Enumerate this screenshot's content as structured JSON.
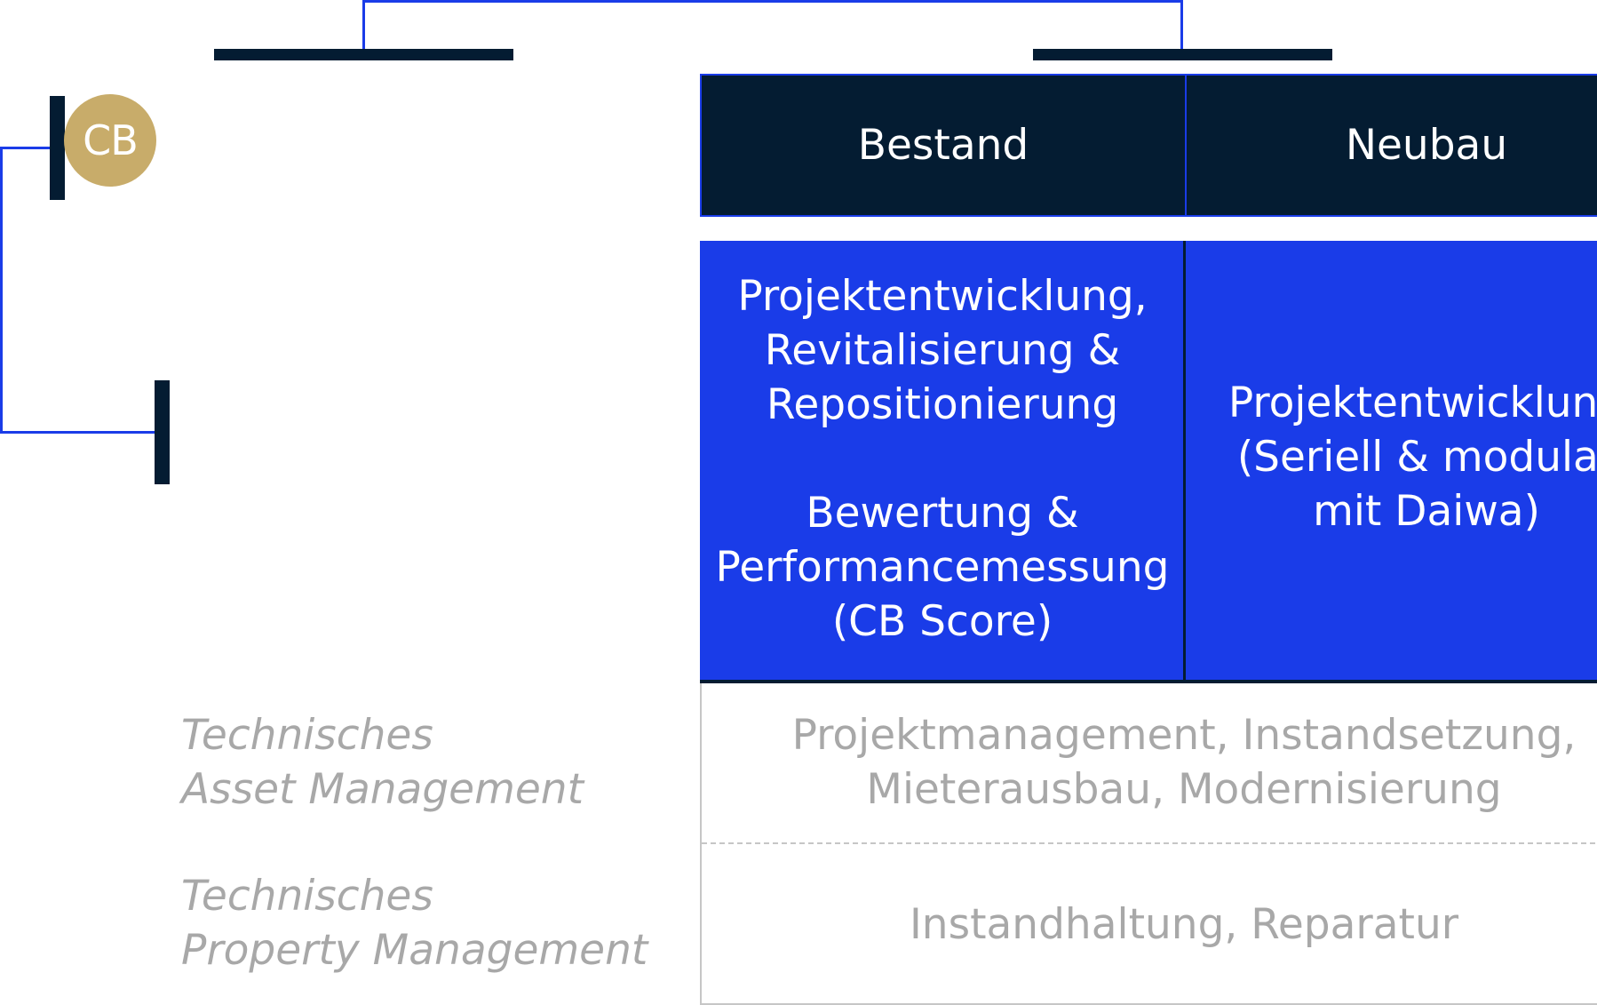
{
  "colors": {
    "navy": "#041c32",
    "blue": "#1a3ce8",
    "gold": "#c8ac6a",
    "grey_text": "#a8a8a8",
    "grey_border": "#c6c6c6"
  },
  "logo": {
    "text": "CB"
  },
  "columns": {
    "left_header": "Bestand",
    "right_header": "Neubau"
  },
  "bestand_cell": {
    "line1": "Projektentwicklung,",
    "line2": "Revitalisierung &",
    "line3": "Repositionierung",
    "line4": "Bewertung &",
    "line5": "Performancemessung",
    "line6": "(CB Score)"
  },
  "neubau_cell": {
    "line1": "Projektentwicklung",
    "line2": "(Seriell & modular",
    "line3": "mit Daiwa)"
  },
  "rows": [
    {
      "label_line1": "Technisches",
      "label_line2": "Asset Management",
      "text_line1": "Projektmanagement, Instandsetzung,",
      "text_line2": "Mieterausbau, Modernisierung"
    },
    {
      "label_line1": "Technisches",
      "label_line2": "Property Management",
      "text_line1": "Instandhaltung, Reparatur"
    }
  ]
}
